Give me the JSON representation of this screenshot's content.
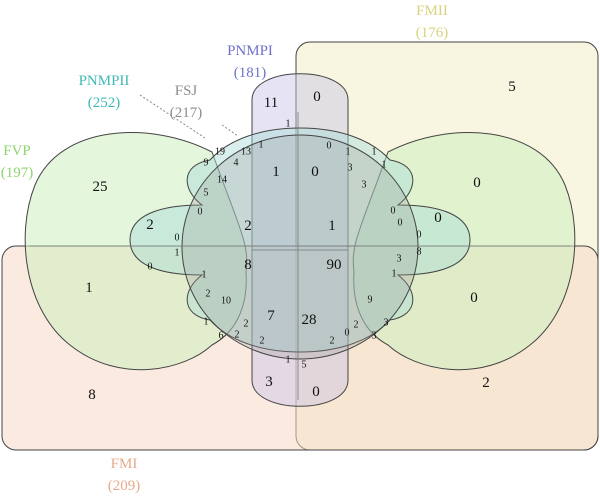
{
  "sets": [
    {
      "key": "fmii",
      "name": "FMII",
      "count": "(176)",
      "color": "#d6d47e",
      "fill": "#f3efc9"
    },
    {
      "key": "fmi",
      "name": "FMI",
      "count": "(209)",
      "color": "#e7a98b",
      "fill": "#f6d8c7"
    },
    {
      "key": "fvp",
      "name": "FVP",
      "count": "(197)",
      "color": "#8fd46f",
      "fill": "#cdeec0"
    },
    {
      "key": "pnmpi",
      "name": "PNMPI",
      "count": "(181)",
      "color": "#6d72c9",
      "fill": "#c7c3e6"
    },
    {
      "key": "pnmpii",
      "name": "PNMPII",
      "count": "(252)",
      "color": "#3fb9b4",
      "fill": "#a8dcd6"
    },
    {
      "key": "fsj",
      "name": "FSJ",
      "count": "(217)",
      "color": "#8c8c8c",
      "fill": "#9a9a9a"
    }
  ],
  "regions": [
    "5",
    "0",
    "0",
    "2",
    "8",
    "1",
    "25",
    "0",
    "11",
    "3",
    "2",
    "1",
    "0",
    "0",
    "2",
    "1",
    "0",
    "8",
    "90",
    "28",
    "7",
    "19",
    "13",
    "9",
    "4",
    "14",
    "5",
    "0",
    "1",
    "0",
    "0",
    "1",
    "1",
    "1",
    "3",
    "3",
    "0",
    "0",
    "8",
    "1",
    "1",
    "0",
    "1",
    "9",
    "3",
    "3",
    "2",
    "0",
    "2",
    "5",
    "1",
    "2",
    "2",
    "6",
    "2",
    "1",
    "10",
    "2",
    "1",
    "3",
    "0"
  ]
}
